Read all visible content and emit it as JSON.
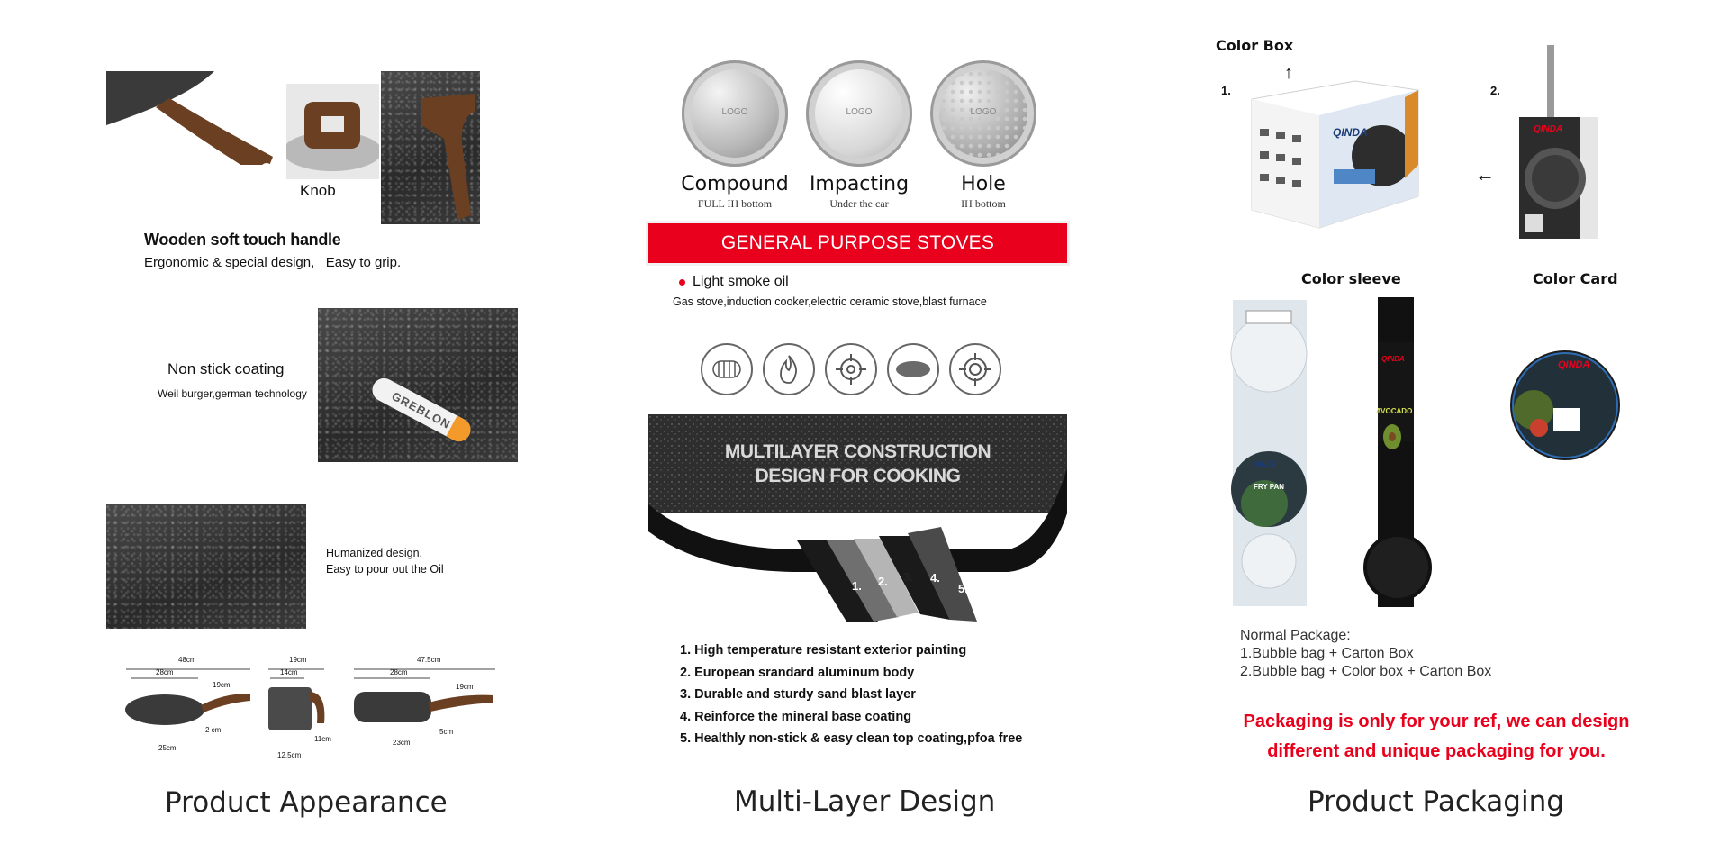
{
  "appearance": {
    "knob_label": "Knob",
    "handle_title": "Wooden soft touch handle",
    "handle_desc": "Ergonomic & special design,   Easy to grip.",
    "coating_title": "Non stick coating",
    "coating_desc": "Weil burger,german technology",
    "coating_brand": "GREBLON",
    "pour_line1": "Humanized design,",
    "pour_line2": "Easy to pour out the Oil",
    "dims": {
      "pan1": [
        "48cm",
        "28cm",
        "19cm",
        "2 cm",
        "25cm"
      ],
      "pot": [
        "19cm",
        "14cm",
        "11cm",
        "12.5cm"
      ],
      "pan2": [
        "47.5cm",
        "28cm",
        "19cm",
        "5cm",
        "23cm"
      ]
    },
    "caption": "Product Appearance"
  },
  "multilayer": {
    "bottoms": [
      {
        "name": "Compound",
        "sub": "FULL IH bottom",
        "logo": "LOGO"
      },
      {
        "name": "Impacting",
        "sub": "Under the car",
        "logo": "LOGO"
      },
      {
        "name": "Hole",
        "sub": "IH bottom",
        "logo": "LOGO"
      }
    ],
    "banner": "GENERAL PURPOSE STOVES",
    "bullet": "Light smoke oil",
    "stoves_desc": "Gas stove,induction cooker,electric ceramic stove,blast furnace",
    "construction_line1": "MULTILAYER CONSTRUCTION",
    "construction_line2": "DESIGN FOR COOKING",
    "layer_numbers": [
      "1.",
      "2.",
      "3.",
      "4.",
      "5."
    ],
    "layers": [
      "1. High temperature resistant exterior painting",
      "2. European srandard aluminum body",
      "3. Durable and sturdy sand blast layer",
      "4. Reinforce the mineral base coating",
      "5. Healthly non-stick & easy clean top coating,pfoa free"
    ],
    "caption": "Multi-Layer Design"
  },
  "packaging": {
    "color_box": "Color Box",
    "num1": "1.",
    "num2": "2.",
    "color_sleeve": "Color sleeve",
    "color_card": "Color Card",
    "brand": "QINDA",
    "sleeve1_label": "FRY PAN",
    "sleeve2_label": "AVOCADO",
    "normal_title": "Normal Package:",
    "normal_1": "1.Bubble bag + Carton Box",
    "normal_2": "2.Bubble bag + Color box + Carton Box",
    "note_line1": "Packaging is only for your ref, we can design",
    "note_line2": "different and unique packaging for you.",
    "caption": "Product Packaging",
    "accent": "#e8001c"
  }
}
